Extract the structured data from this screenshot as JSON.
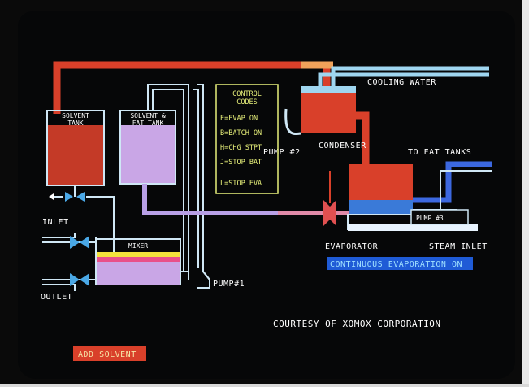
{
  "tanks": {
    "solvent_tank": [
      "SOLVENT",
      "TANK"
    ],
    "solvent_fat_tank": [
      "SOLVENT &",
      "FAT TANK"
    ],
    "mixer": "MIXER",
    "condenser": "CONDENSER",
    "evaporator": "EVAPORATOR"
  },
  "labels": {
    "cooling_water": "COOLING WATER",
    "to_fat_tanks": "TO FAT TANKS",
    "steam_inlet": "STEAM INLET",
    "inlet": "INLET",
    "outlet": "OUTLET",
    "pump1": "PUMP#1",
    "pump2": "PUMP #2",
    "pump3": "PUMP #3"
  },
  "control_codes": {
    "title": [
      "CONTROL",
      "CODES"
    ],
    "items": [
      "E=EVAP ON",
      "B=BATCH ON",
      "H=CHG STPT",
      "J=STOP BAT",
      "L=STOP EVA"
    ]
  },
  "status": "CONTINUOUS EVAPORATION ON",
  "courtesy": "COURTESY OF XOMOX CORPORATION",
  "action_button": "ADD SOLVENT",
  "colors": {
    "solvent_red": "#d9402a",
    "fat_purple": "#c9a6e6",
    "cooling_blue": "#9fd6f0",
    "steam_cyan": "#cfe9ff",
    "pipe_outline": "#cfe7f5",
    "status_bg": "#1f5bd6",
    "button_bg": "#d9402a",
    "code_text": "#e7f07a",
    "mixer_yellow": "#f3e23c"
  }
}
